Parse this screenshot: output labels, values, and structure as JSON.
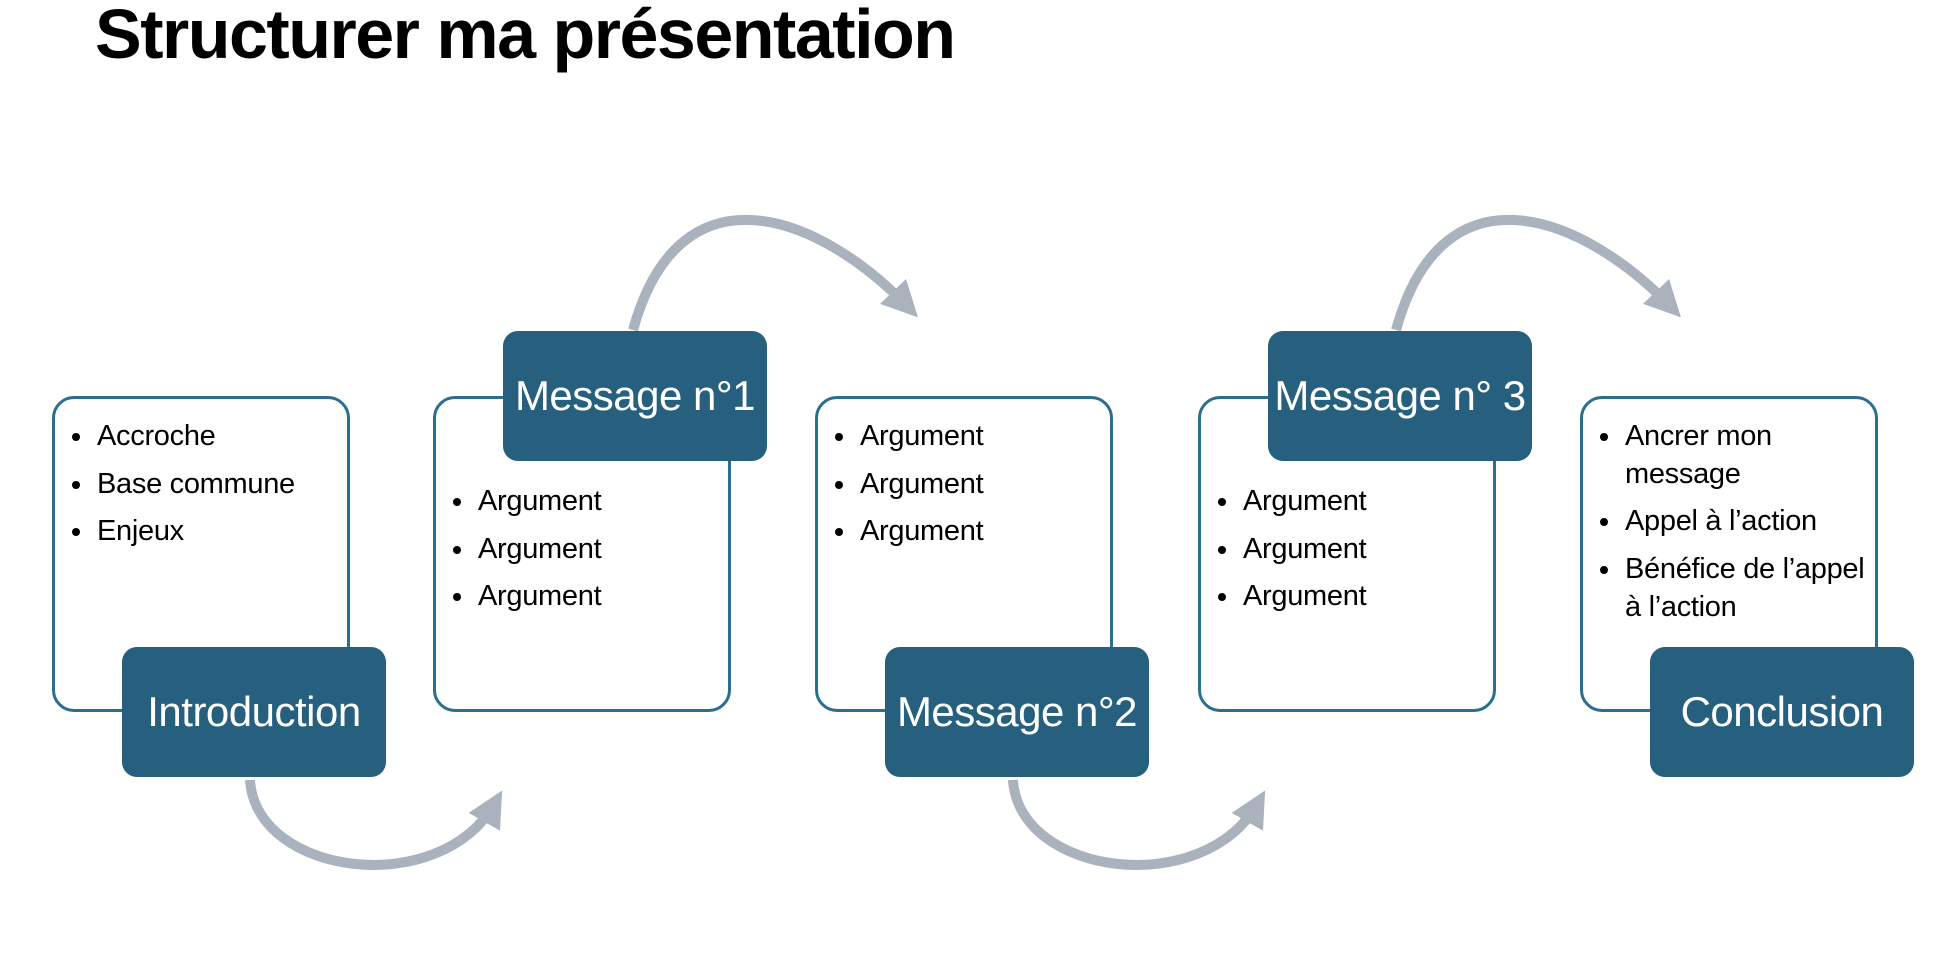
{
  "title": "Structurer ma présentation",
  "colors": {
    "teal_fill": "#26607E",
    "teal_border": "#2B6E8E",
    "arrow_gray": "#A9B2BD",
    "text": "#000000",
    "label_text": "#FFFFFF",
    "background": "#FFFFFF"
  },
  "diagram": {
    "panels": [
      {
        "id": "introduction",
        "label": "Introduction",
        "label_position": "bottom",
        "items": [
          "Accroche",
          "Base commune",
          "Enjeux"
        ]
      },
      {
        "id": "message-1",
        "label": "Message n°1",
        "label_position": "top",
        "items": [
          "Argument",
          "Argument",
          "Argument"
        ]
      },
      {
        "id": "message-2",
        "label": "Message n°2",
        "label_position": "bottom",
        "items": [
          "Argument",
          "Argument",
          "Argument"
        ]
      },
      {
        "id": "message-3",
        "label": "Message n° 3",
        "label_position": "top",
        "items": [
          "Argument",
          "Argument",
          "Argument"
        ]
      },
      {
        "id": "conclusion",
        "label": "Conclusion",
        "label_position": "bottom",
        "items": [
          "Ancrer mon message",
          "Appel à l’action",
          "Bénéfice de l’appel à l’action"
        ]
      }
    ],
    "arrows": [
      {
        "from": "introduction",
        "to": "message-1",
        "arc": "below"
      },
      {
        "from": "message-1",
        "to": "message-2",
        "arc": "above"
      },
      {
        "from": "message-2",
        "to": "message-3",
        "arc": "below"
      },
      {
        "from": "message-3",
        "to": "conclusion",
        "arc": "above"
      }
    ]
  }
}
